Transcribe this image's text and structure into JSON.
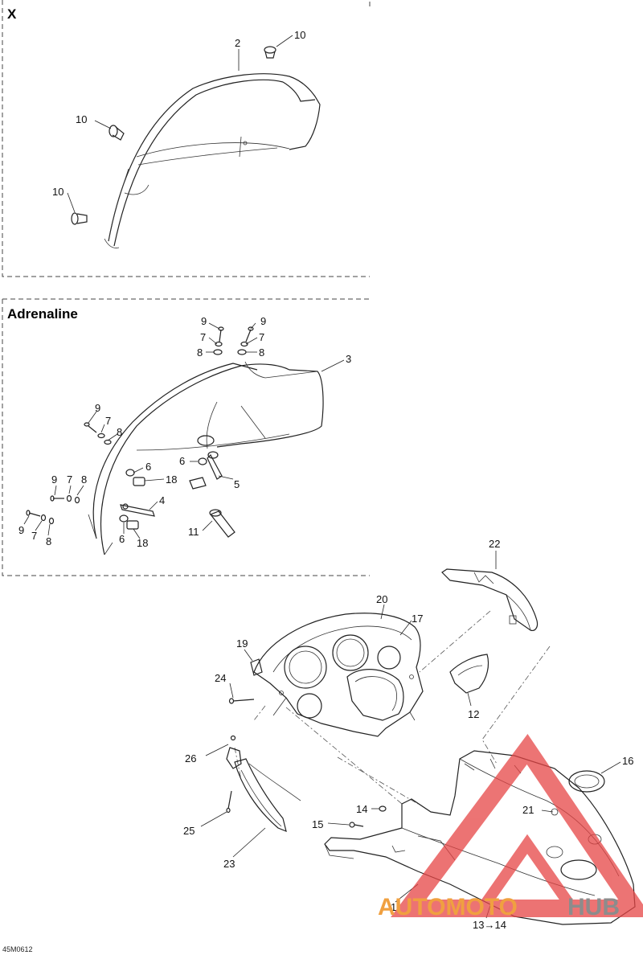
{
  "sections": {
    "x_title": "X",
    "adrenaline_title": "Adrenaline"
  },
  "callouts": {
    "x": {
      "c2": "2",
      "c10a": "10",
      "c10b": "10",
      "c10c": "10"
    },
    "adrenaline": {
      "c9a": "9",
      "c7a": "7",
      "c8a": "8",
      "c9b": "9",
      "c7b": "7",
      "c8b": "8",
      "c3": "3",
      "c9c": "9",
      "c7c": "7",
      "c8c": "8",
      "c6a": "6",
      "c18a": "18",
      "c9d": "9",
      "c7d": "7",
      "c8d": "8",
      "c6b": "6",
      "c5": "5",
      "c4": "4",
      "c9e": "9",
      "c7e": "7",
      "c8e": "8",
      "c6c": "6",
      "c18b": "18",
      "c11": "11"
    },
    "main": {
      "c22": "22",
      "c20": "20",
      "c17": "17",
      "c19": "19",
      "c24": "24",
      "c12": "12",
      "c16": "16",
      "c26": "26",
      "c14": "14",
      "c21": "21",
      "c15": "15",
      "c25": "25",
      "c23": "23",
      "c1": "1",
      "c13_14": "13→14"
    }
  },
  "drawing_code": "45M0612",
  "watermark": {
    "text_a": "AUTOMOTO",
    "text_b": "HUB",
    "color_red": "#e64545",
    "color_orange": "#f0a040",
    "color_gray": "#8c8c8c"
  }
}
